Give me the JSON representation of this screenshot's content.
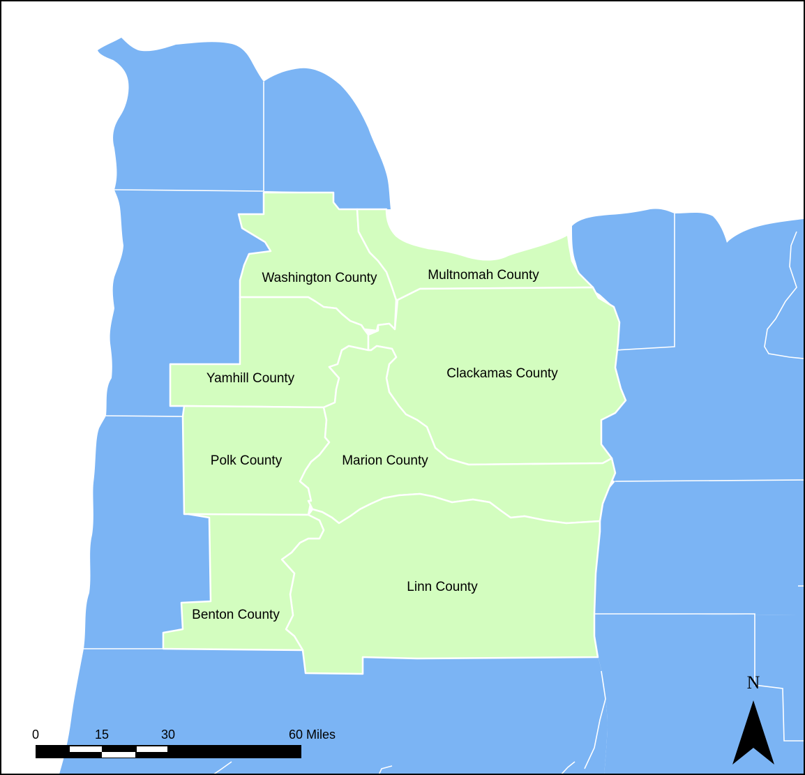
{
  "map": {
    "colors": {
      "highlight": "#d3fdbf",
      "other": "#7bb4f4",
      "border": "#ffffff",
      "water": "#ffffff"
    },
    "counties": {
      "washington": "Washington County",
      "multnomah": "Multnomah County",
      "yamhill": "Yamhill County",
      "clackamas": "Clackamas County",
      "polk": "Polk County",
      "marion": "Marion County",
      "linn": "Linn County",
      "benton": "Benton County"
    },
    "scale_bar": {
      "tick_0": "0",
      "tick_15": "15",
      "tick_30": "30",
      "tick_60": "60 Miles"
    },
    "north_arrow": {
      "label": "N"
    }
  }
}
